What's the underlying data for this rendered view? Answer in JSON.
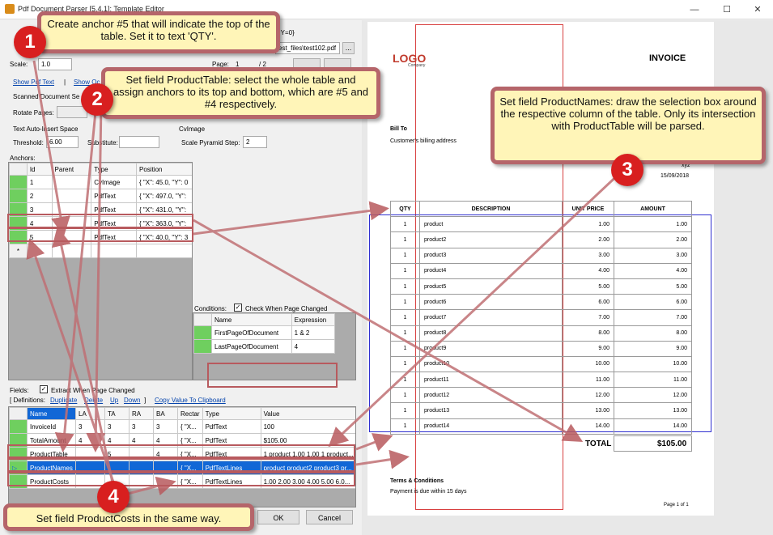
{
  "window": {
    "title": "Pdf Document Parser [5.4.1]: Template Editor",
    "minimize": "—",
    "maximize": "☐",
    "close": "✕"
  },
  "left": {
    "coord_fragment": "2,Y=0}",
    "file_fragment": "est_files\\test102.pdf",
    "browse_label": "...",
    "scale_label": "Scale:",
    "scale_value": "1.0",
    "page_label": "Page:",
    "page_value": "1",
    "page_total": "/ 2",
    "show_pdf_text": "Show Pdf Text",
    "separator": "|",
    "show_ocr": "Show Oc",
    "scanned_label": "Scanned Document Se",
    "rotate_label": "Rotate Pages:",
    "text_autoinsert": "Text Auto-Insert Space",
    "cvimage_label": "CvImage",
    "threshold_label": "Threshold:",
    "threshold_value": "6.00",
    "substitute_label": "Substitute:",
    "pyramid_label": "Scale Pyramid Step:",
    "pyramid_value": "2",
    "anchors_label": "Anchors:",
    "anchors_cols": [
      "Id",
      "Parent",
      "Type",
      "Position"
    ],
    "anchors_rows": [
      {
        "id": "1",
        "parent": "",
        "type": "CvImage",
        "pos": "{ \"X\": 45.0, \"Y\": 0"
      },
      {
        "id": "2",
        "parent": "",
        "type": "PdfText",
        "pos": "{ \"X\": 497.0, \"Y\":"
      },
      {
        "id": "3",
        "parent": "",
        "type": "PdfText",
        "pos": "{ \"X\": 431.0, \"Y\":"
      },
      {
        "id": "4",
        "parent": "",
        "type": "PdfText",
        "pos": "{ \"X\": 363.0, \"Y\":"
      },
      {
        "id": "5",
        "parent": "",
        "type": "PdfText",
        "pos": "{ \"X\": 40.0, \"Y\": 3"
      }
    ],
    "new_row_marker": "*",
    "conditions_label": "Conditions:",
    "check_when_changed": "Check When Page Changed",
    "cond_cols": [
      "Name",
      "Expression"
    ],
    "cond_rows": [
      {
        "name": "FirstPageOfDocument",
        "expr": "1 & 2"
      },
      {
        "name": "LastPageOfDocument",
        "expr": "4"
      }
    ],
    "fields_label": "Fields:",
    "extract_when_changed": "Extract When Page Changed",
    "definitions_label": "[ Definitions:",
    "def_links": [
      "Duplicate",
      "Delete",
      "Up",
      "Down"
    ],
    "def_close": "]",
    "copy_clipboard": "Copy Value To Clipboard",
    "fields_cols": [
      "Name",
      "LA",
      "TA",
      "RA",
      "BA",
      "Rectar",
      "Type",
      "Value"
    ],
    "fields_rows": [
      {
        "name": "InvoiceId",
        "la": "3",
        "ta": "3",
        "ra": "3",
        "ba": "3",
        "rect": "{ \"X...",
        "type": "PdfText",
        "value": "100"
      },
      {
        "name": "TotalAmount",
        "la": "4",
        "ta": "4",
        "ra": "4",
        "ba": "4",
        "rect": "{ \"X...",
        "type": "PdfText",
        "value": "$105.00"
      },
      {
        "name": "ProductTable",
        "la": "",
        "ta": "5",
        "ra": "",
        "ba": "4",
        "rect": "{ \"X...",
        "type": "PdfText",
        "value": "1 product 1.00 1.00 1 product..."
      },
      {
        "name": "ProductNames",
        "la": "",
        "ta": "",
        "ra": "",
        "ba": "",
        "rect": "{ \"X...",
        "type": "PdfTextLines",
        "value": "product product2 product3 pr..."
      },
      {
        "name": "ProductCosts",
        "la": "",
        "ta": "",
        "ra": "",
        "ba": "",
        "rect": "{ \"X...",
        "type": "PdfTextLines",
        "value": "1.00 2.00 3.00 4.00 5.00 6.0..."
      }
    ],
    "ok_label": "OK",
    "cancel_label": "Cancel"
  },
  "invoice": {
    "logo_main": "LOGO",
    "logo_sub": "Company",
    "title": "INVOICE",
    "bill_to": "Bill To",
    "billing_address": "Customer's billing address",
    "xyz": "xyz",
    "date": "15/09/2018",
    "headers": [
      "QTY",
      "DESCRIPTION",
      "UNIT PRICE",
      "AMOUNT"
    ],
    "rows": [
      [
        "1",
        "product",
        "1.00",
        "1.00"
      ],
      [
        "1",
        "product2",
        "2.00",
        "2.00"
      ],
      [
        "1",
        "product3",
        "3.00",
        "3.00"
      ],
      [
        "1",
        "product4",
        "4.00",
        "4.00"
      ],
      [
        "1",
        "product5",
        "5.00",
        "5.00"
      ],
      [
        "1",
        "product6",
        "6.00",
        "6.00"
      ],
      [
        "1",
        "product7",
        "7.00",
        "7.00"
      ],
      [
        "1",
        "product8",
        "8.00",
        "8.00"
      ],
      [
        "1",
        "product9",
        "9.00",
        "9.00"
      ],
      [
        "1",
        "product10",
        "10.00",
        "10.00"
      ],
      [
        "1",
        "product11",
        "11.00",
        "11.00"
      ],
      [
        "1",
        "product12",
        "12.00",
        "12.00"
      ],
      [
        "1",
        "product13",
        "13.00",
        "13.00"
      ],
      [
        "1",
        "product14",
        "14.00",
        "14.00"
      ]
    ],
    "total_label": "TOTAL",
    "total_value": "$105.00",
    "terms_title": "Terms & Conditions",
    "terms_text": "Payment is due within 15 days",
    "page_of": "Page 1 of 1"
  },
  "callouts": {
    "c1": "Create anchor #5 that will indicate the top of the table. Set it to text 'QTY'.",
    "c2": "Set field ProductTable: select the whole table and assign anchors to its top and bottom, which are #5 and #4 respectively.",
    "c3": "Set field ProductNames: draw the selection box around the respective column of the table. Only its intersection with ProductTable will be parsed.",
    "c4": "Set field ProductCosts in the same way.",
    "n1": "1",
    "n2": "2",
    "n3": "3",
    "n4": "4"
  },
  "colors": {
    "accent": "#b5656a",
    "badge": "#d81f1f",
    "callout_bg": "#fff5b8",
    "selection": "#1167d6",
    "row_marker": "#6fcf5f"
  }
}
